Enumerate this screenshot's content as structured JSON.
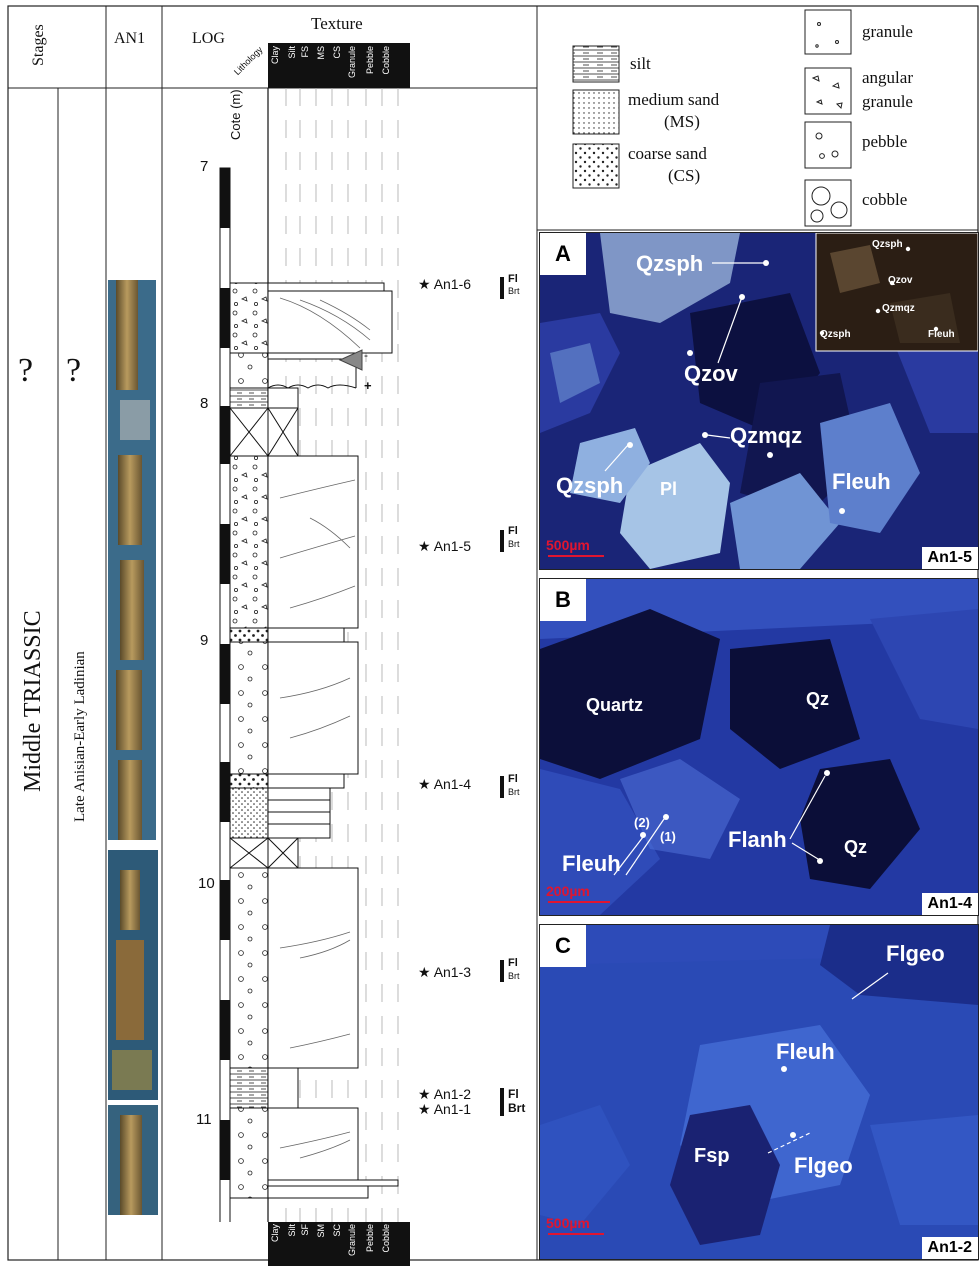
{
  "header": {
    "stages": "Stages",
    "an1": "AN1",
    "log": "LOG",
    "texture": "Texture",
    "lithology": "Lithology",
    "cote": "Cote (m)"
  },
  "texture_top": [
    "Clay",
    "Silt",
    "FS",
    "MS",
    "CS",
    "Granule",
    "Pebble",
    "Cobble"
  ],
  "texture_bottom": [
    "Clay",
    "Silt",
    "SF",
    "SM",
    "SC",
    "Granule",
    "Pebble",
    "Cobble"
  ],
  "stages": {
    "unknown1": "?",
    "unknown2": "?",
    "period": "Middle TRIASSIC",
    "age": "Late Anisian-Early Ladinian"
  },
  "depths": [
    "7",
    "8",
    "9",
    "10",
    "11"
  ],
  "trend": {
    "minus": "-",
    "plus": "+"
  },
  "samples": [
    {
      "name": "An1-6",
      "fl": "Fl",
      "brt": "Brt"
    },
    {
      "name": "An1-5",
      "fl": "Fl",
      "brt": "Brt"
    },
    {
      "name": "An1-4",
      "fl": "Fl",
      "brt": "Brt"
    },
    {
      "name": "An1-3",
      "fl": "Fl",
      "brt": "Brt"
    },
    {
      "name": "An1-2",
      "fl": "Fl",
      "brt": "Brt"
    },
    {
      "name": "An1-1"
    }
  ],
  "legend": {
    "silt": "silt",
    "medium_sand": "medium sand",
    "ms": "(MS)",
    "coarse_sand": "coarse sand",
    "cs": "(CS)",
    "granule": "granule",
    "angular": "angular",
    "angular_granule": "granule",
    "pebble": "pebble",
    "cobble": "cobble"
  },
  "panels": {
    "A": {
      "letter": "A",
      "sample": "An1-5",
      "scale": "500µm",
      "qzsph": "Qzsph",
      "qzov": "Qzov",
      "qzmqz": "Qzmqz",
      "pl": "Pl",
      "fleuh": "Fleuh",
      "inset": {
        "qzsph1": "Qzsph",
        "qzov": "Qzov",
        "qzmqz": "Qzmqz",
        "qzsph2": "Qzsph",
        "fleuh": "Fleuh"
      }
    },
    "B": {
      "letter": "B",
      "sample": "An1-4",
      "scale": "200µm",
      "quartz": "Quartz",
      "qz1": "Qz",
      "qz2": "Qz",
      "fleuh": "Fleuh",
      "flanh": "Flanh",
      "n2": "(2)",
      "n1": "(1)"
    },
    "C": {
      "letter": "C",
      "sample": "An1-2",
      "scale": "500µm",
      "flgeo1": "Flgeo",
      "fleuh": "Fleuh",
      "fsp": "Fsp",
      "flgeo2": "Flgeo"
    }
  },
  "colors": {
    "scale": "#e01530",
    "bar": "#000000",
    "photo_bg": "#1d2d83"
  }
}
